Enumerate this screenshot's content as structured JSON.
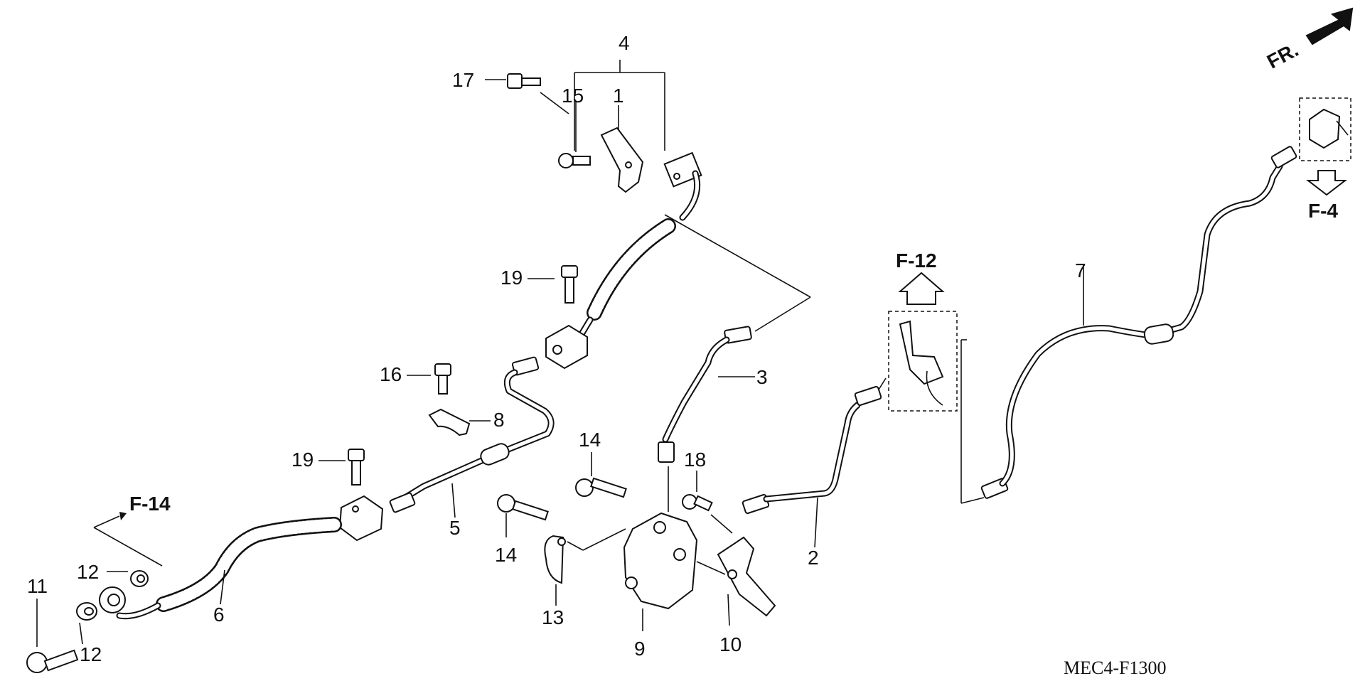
{
  "callouts": [
    "1",
    "2",
    "3",
    "4",
    "5",
    "6",
    "7",
    "8",
    "9",
    "10",
    "11",
    "12",
    "12",
    "13",
    "14",
    "14",
    "15",
    "16",
    "17",
    "18",
    "19",
    "19"
  ],
  "references": {
    "f12": "F-12",
    "f14": "F-14",
    "f4": "F-4",
    "fr": "FR."
  },
  "diagram_code": "MEC4-F1300"
}
